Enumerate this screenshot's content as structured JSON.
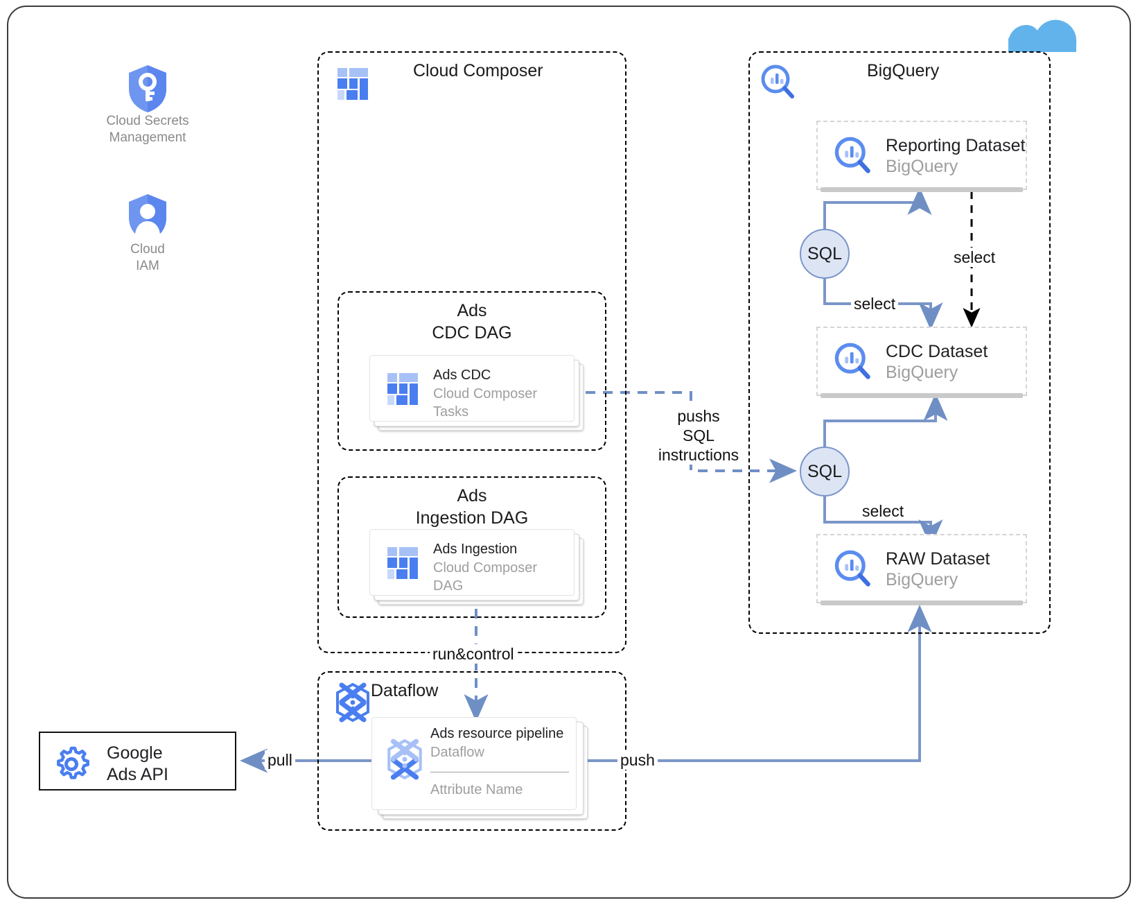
{
  "diagram": {
    "title": "Google Ads data pipeline on Google Cloud",
    "colors": {
      "accent_blue": "#4a7ebb",
      "icon_blue": "#4285f4",
      "icon_blue_light": "#a7c1f7",
      "sql_fill": "#dde5f5",
      "sql_stroke": "#7b96c9",
      "cloud_blue": "#62b3eb",
      "muted_text": "#9e9e9e",
      "dark_text": "#202124"
    }
  },
  "sidebar": {
    "items": [
      {
        "icon": "shield-key-icon",
        "label_line1": "Cloud Secrets",
        "label_line2": "Management"
      },
      {
        "icon": "shield-person-icon",
        "label_line1": "Cloud",
        "label_line2": "IAM"
      }
    ]
  },
  "groups": {
    "composer": {
      "title": "Cloud Composer",
      "icon": "cloud-composer-icon",
      "subgroups": [
        {
          "title_line1": "Ads",
          "title_line2": "CDC DAG",
          "card": {
            "icon": "cloud-composer-icon",
            "title": "Ads CDC",
            "sub_line1": "Cloud Composer",
            "sub_line2": "Tasks"
          }
        },
        {
          "title_line1": "Ads",
          "title_line2": "Ingestion DAG",
          "card": {
            "icon": "cloud-composer-icon",
            "title": "Ads Ingestion",
            "sub_line1": "Cloud Composer",
            "sub_line2": "DAG"
          }
        }
      ]
    },
    "bigquery": {
      "title": "BigQuery",
      "icon": "bigquery-icon",
      "datasets": [
        {
          "icon": "bigquery-icon",
          "title": "Reporting Dataset",
          "sub": "BigQuery"
        },
        {
          "icon": "bigquery-icon",
          "title": "CDC Dataset",
          "sub": "BigQuery"
        },
        {
          "icon": "bigquery-icon",
          "title": "RAW Dataset",
          "sub": "BigQuery"
        }
      ],
      "sql_nodes": [
        {
          "label": "SQL"
        },
        {
          "label": "SQL"
        }
      ]
    },
    "dataflow": {
      "title": "Dataflow",
      "icon": "dataflow-icon",
      "card": {
        "icon": "dataflow-icon",
        "title": "Ads resource pipeline",
        "sub": "Dataflow",
        "attribute": "Attribute Name"
      }
    }
  },
  "external": {
    "ads_api": {
      "icon": "gear-icon",
      "line1": "Google",
      "line2": "Ads API"
    },
    "cloud_badge": {
      "icon": "cloud-icon"
    }
  },
  "edges": [
    {
      "id": "push-sql",
      "label_line1": "pushs",
      "label_line2": "SQL",
      "label_line3": "instructions",
      "style": "dashed-blue"
    },
    {
      "id": "select-top",
      "label": "select",
      "style": "solid-blue"
    },
    {
      "id": "select-bottom",
      "label": "select",
      "style": "solid-blue"
    },
    {
      "id": "select-reporting-to-cdc",
      "label": "select",
      "style": "dashed-black"
    },
    {
      "id": "run-control",
      "label": "run&control",
      "style": "dashed-blue"
    },
    {
      "id": "pull",
      "label": "pull",
      "style": "solid-blue"
    },
    {
      "id": "push",
      "label": "push",
      "style": "solid-blue"
    }
  ]
}
